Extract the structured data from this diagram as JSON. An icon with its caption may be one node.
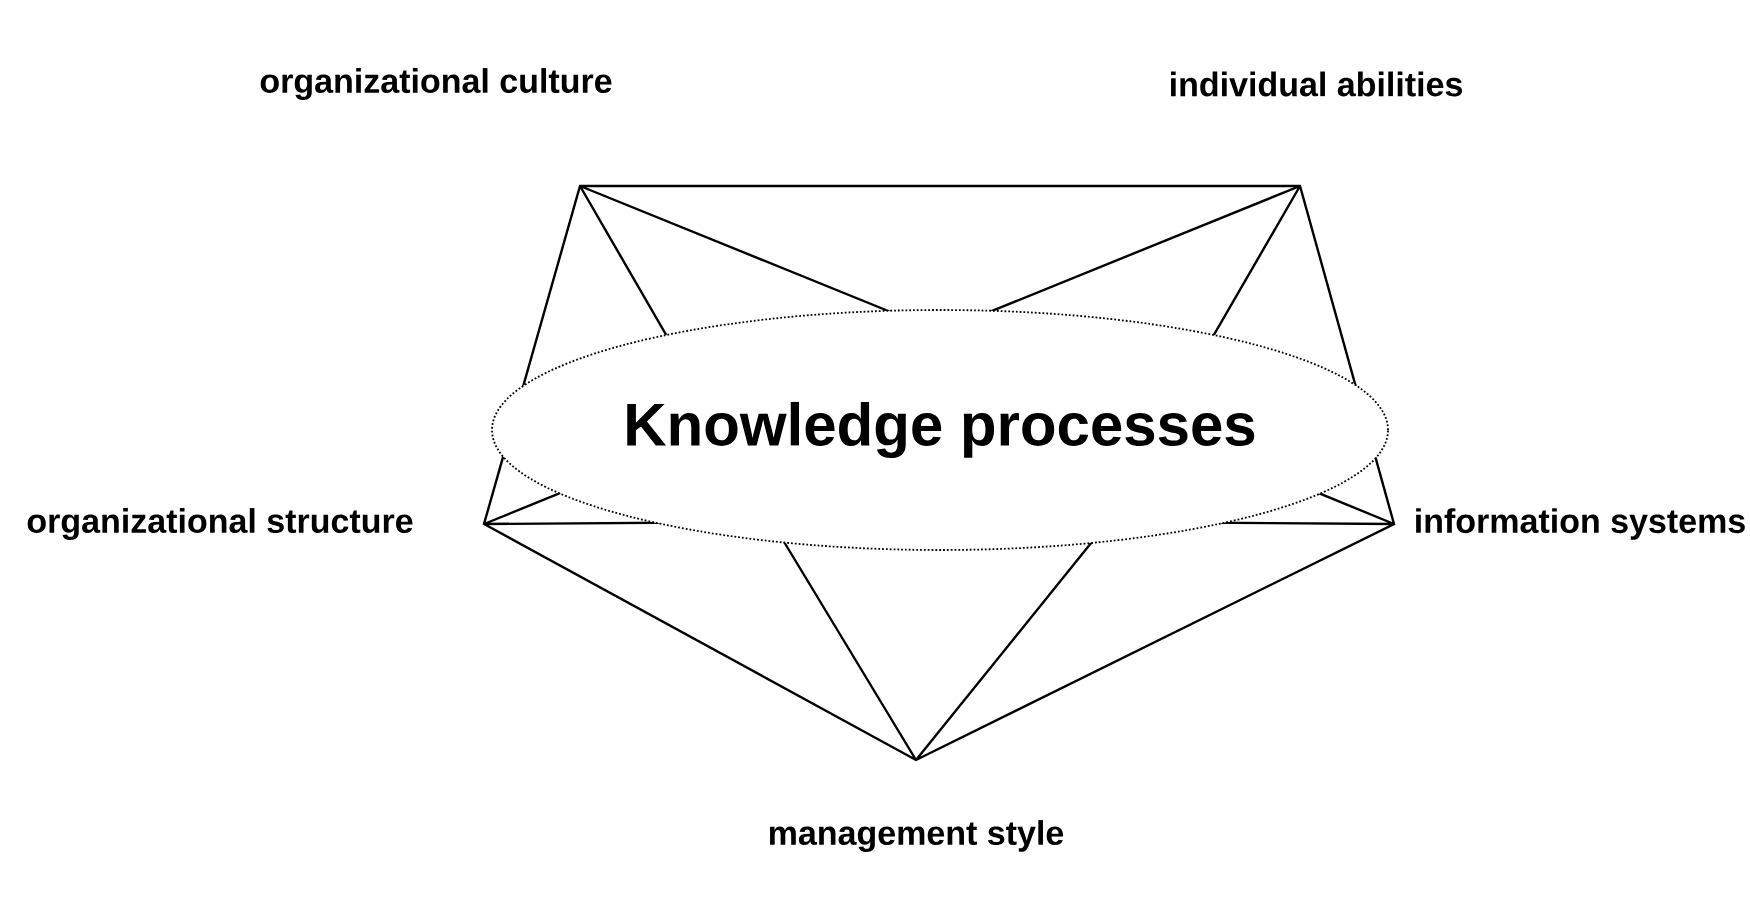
{
  "diagram": {
    "nodes": [
      {
        "text": [
          "organizational culture"
        ]
      },
      {
        "text": [
          "individual abilities"
        ]
      },
      {
        "text": [
          "organizational structure"
        ]
      },
      {
        "text": [
          "Knowledge processes"
        ]
      },
      {
        "text": [
          "information systems"
        ]
      },
      {
        "text": [
          "management style"
        ]
      }
    ]
  }
}
